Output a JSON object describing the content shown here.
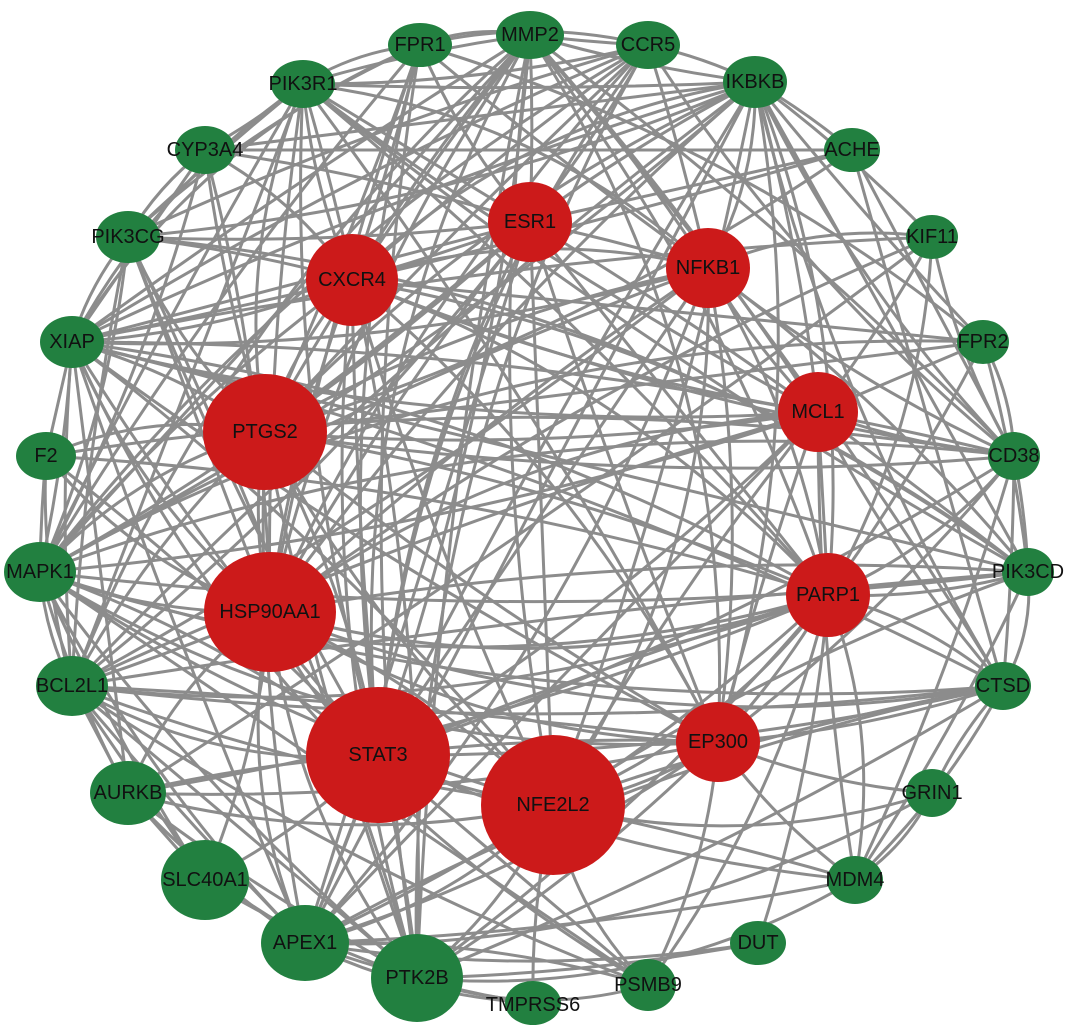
{
  "colors": {
    "hub": "#cc1a1a",
    "peripheral": "#228040",
    "edge": "#8c8c8c",
    "label": "#111111"
  },
  "nodes": [
    {
      "id": "FPR1",
      "label": "FPR1",
      "group": "peripheral"
    },
    {
      "id": "MMP2",
      "label": "MMP2",
      "group": "peripheral"
    },
    {
      "id": "CCR5",
      "label": "CCR5",
      "group": "peripheral"
    },
    {
      "id": "PIK3R1",
      "label": "PIK3R1",
      "group": "peripheral"
    },
    {
      "id": "IKBKB",
      "label": "IKBKB",
      "group": "peripheral"
    },
    {
      "id": "CYP3A4",
      "label": "CYP3A4",
      "group": "peripheral"
    },
    {
      "id": "ACHE",
      "label": "ACHE",
      "group": "peripheral"
    },
    {
      "id": "PIK3CG",
      "label": "PIK3CG",
      "group": "peripheral"
    },
    {
      "id": "KIF11",
      "label": "KIF11",
      "group": "peripheral"
    },
    {
      "id": "XIAP",
      "label": "XIAP",
      "group": "peripheral"
    },
    {
      "id": "FPR2",
      "label": "FPR2",
      "group": "peripheral"
    },
    {
      "id": "F2",
      "label": "F2",
      "group": "peripheral"
    },
    {
      "id": "CD38",
      "label": "CD38",
      "group": "peripheral"
    },
    {
      "id": "MAPK1",
      "label": "MAPK1",
      "group": "peripheral"
    },
    {
      "id": "PIK3CD",
      "label": "PIK3CD",
      "group": "peripheral"
    },
    {
      "id": "BCL2L1",
      "label": "BCL2L1",
      "group": "peripheral"
    },
    {
      "id": "CTSD",
      "label": "CTSD",
      "group": "peripheral"
    },
    {
      "id": "AURKB",
      "label": "AURKB",
      "group": "peripheral"
    },
    {
      "id": "GRIN1",
      "label": "GRIN1",
      "group": "peripheral"
    },
    {
      "id": "SLC40A1",
      "label": "SLC40A1",
      "group": "peripheral"
    },
    {
      "id": "MDM4",
      "label": "MDM4",
      "group": "peripheral"
    },
    {
      "id": "APEX1",
      "label": "APEX1",
      "group": "peripheral"
    },
    {
      "id": "DUT",
      "label": "DUT",
      "group": "peripheral"
    },
    {
      "id": "PTK2B",
      "label": "PTK2B",
      "group": "peripheral"
    },
    {
      "id": "TMPRSS6",
      "label": "TMPRSS6",
      "group": "peripheral"
    },
    {
      "id": "PSMB9",
      "label": "PSMB9",
      "group": "peripheral"
    },
    {
      "id": "ESR1",
      "label": "ESR1",
      "group": "hub"
    },
    {
      "id": "CXCR4",
      "label": "CXCR4",
      "group": "hub"
    },
    {
      "id": "NFKB1",
      "label": "NFKB1",
      "group": "hub"
    },
    {
      "id": "PTGS2",
      "label": "PTGS2",
      "group": "hub"
    },
    {
      "id": "MCL1",
      "label": "MCL1",
      "group": "hub"
    },
    {
      "id": "HSP90AA1",
      "label": "HSP90AA1",
      "group": "hub"
    },
    {
      "id": "PARP1",
      "label": "PARP1",
      "group": "hub"
    },
    {
      "id": "STAT3",
      "label": "STAT3",
      "group": "hub"
    },
    {
      "id": "EP300",
      "label": "EP300",
      "group": "hub"
    },
    {
      "id": "NFE2L2",
      "label": "NFE2L2",
      "group": "hub"
    }
  ],
  "edges": [
    [
      "STAT3",
      "NFE2L2"
    ],
    [
      "STAT3",
      "HSP90AA1"
    ],
    [
      "STAT3",
      "PTGS2"
    ],
    [
      "STAT3",
      "CXCR4"
    ],
    [
      "STAT3",
      "ESR1"
    ],
    [
      "STAT3",
      "NFKB1"
    ],
    [
      "STAT3",
      "MCL1"
    ],
    [
      "STAT3",
      "PARP1"
    ],
    [
      "STAT3",
      "EP300"
    ],
    [
      "STAT3",
      "XIAP"
    ],
    [
      "STAT3",
      "MAPK1"
    ],
    [
      "STAT3",
      "BCL2L1"
    ],
    [
      "STAT3",
      "AURKB"
    ],
    [
      "STAT3",
      "APEX1"
    ],
    [
      "STAT3",
      "PTK2B"
    ],
    [
      "STAT3",
      "IKBKB"
    ],
    [
      "STAT3",
      "MMP2"
    ],
    [
      "STAT3",
      "PIK3R1"
    ],
    [
      "STAT3",
      "CCR5"
    ],
    [
      "STAT3",
      "FPR1"
    ],
    [
      "STAT3",
      "PIK3CG"
    ],
    [
      "STAT3",
      "CTSD"
    ],
    [
      "STAT3",
      "PSMB9"
    ],
    [
      "STAT3",
      "MDM4"
    ],
    [
      "STAT3",
      "CD38"
    ],
    [
      "STAT3",
      "SLC40A1"
    ],
    [
      "STAT3",
      "F2"
    ],
    [
      "NFE2L2",
      "HSP90AA1"
    ],
    [
      "NFE2L2",
      "PTGS2"
    ],
    [
      "NFE2L2",
      "CXCR4"
    ],
    [
      "NFE2L2",
      "ESR1"
    ],
    [
      "NFE2L2",
      "NFKB1"
    ],
    [
      "NFE2L2",
      "MCL1"
    ],
    [
      "NFE2L2",
      "PARP1"
    ],
    [
      "NFE2L2",
      "EP300"
    ],
    [
      "NFE2L2",
      "APEX1"
    ],
    [
      "NFE2L2",
      "PTK2B"
    ],
    [
      "NFE2L2",
      "PSMB9"
    ],
    [
      "NFE2L2",
      "MDM4"
    ],
    [
      "NFE2L2",
      "GRIN1"
    ],
    [
      "NFE2L2",
      "CTSD"
    ],
    [
      "NFE2L2",
      "BCL2L1"
    ],
    [
      "NFE2L2",
      "MAPK1"
    ],
    [
      "NFE2L2",
      "XIAP"
    ],
    [
      "NFE2L2",
      "IKBKB"
    ],
    [
      "NFE2L2",
      "MMP2"
    ],
    [
      "NFE2L2",
      "PIK3CD"
    ],
    [
      "NFE2L2",
      "TMPRSS6"
    ],
    [
      "NFE2L2",
      "AURKB"
    ],
    [
      "HSP90AA1",
      "PTGS2"
    ],
    [
      "HSP90AA1",
      "CXCR4"
    ],
    [
      "HSP90AA1",
      "ESR1"
    ],
    [
      "HSP90AA1",
      "NFKB1"
    ],
    [
      "HSP90AA1",
      "MCL1"
    ],
    [
      "HSP90AA1",
      "PARP1"
    ],
    [
      "HSP90AA1",
      "EP300"
    ],
    [
      "HSP90AA1",
      "MAPK1"
    ],
    [
      "HSP90AA1",
      "BCL2L1"
    ],
    [
      "HSP90AA1",
      "XIAP"
    ],
    [
      "HSP90AA1",
      "PIK3CG"
    ],
    [
      "HSP90AA1",
      "PIK3R1"
    ],
    [
      "HSP90AA1",
      "IKBKB"
    ],
    [
      "HSP90AA1",
      "MMP2"
    ],
    [
      "HSP90AA1",
      "CCR5"
    ],
    [
      "HSP90AA1",
      "FPR1"
    ],
    [
      "HSP90AA1",
      "CYP3A4"
    ],
    [
      "HSP90AA1",
      "APEX1"
    ],
    [
      "HSP90AA1",
      "PTK2B"
    ],
    [
      "HSP90AA1",
      "AURKB"
    ],
    [
      "HSP90AA1",
      "PIK3CD"
    ],
    [
      "HSP90AA1",
      "CTSD"
    ],
    [
      "HSP90AA1",
      "F2"
    ],
    [
      "HSP90AA1",
      "SLC40A1"
    ],
    [
      "HSP90AA1",
      "KIF11"
    ],
    [
      "PTGS2",
      "CXCR4"
    ],
    [
      "PTGS2",
      "ESR1"
    ],
    [
      "PTGS2",
      "NFKB1"
    ],
    [
      "PTGS2",
      "MCL1"
    ],
    [
      "PTGS2",
      "PARP1"
    ],
    [
      "PTGS2",
      "EP300"
    ],
    [
      "PTGS2",
      "XIAP"
    ],
    [
      "PTGS2",
      "F2"
    ],
    [
      "PTGS2",
      "MAPK1"
    ],
    [
      "PTGS2",
      "BCL2L1"
    ],
    [
      "PTGS2",
      "PIK3CG"
    ],
    [
      "PTGS2",
      "PIK3R1"
    ],
    [
      "PTGS2",
      "CYP3A4"
    ],
    [
      "PTGS2",
      "FPR1"
    ],
    [
      "PTGS2",
      "MMP2"
    ],
    [
      "PTGS2",
      "CCR5"
    ],
    [
      "PTGS2",
      "IKBKB"
    ],
    [
      "PTGS2",
      "ACHE"
    ],
    [
      "PTGS2",
      "CD38"
    ],
    [
      "PTGS2",
      "PTK2B"
    ],
    [
      "PTGS2",
      "APEX1"
    ],
    [
      "PTGS2",
      "FPR2"
    ],
    [
      "CXCR4",
      "ESR1"
    ],
    [
      "CXCR4",
      "NFKB1"
    ],
    [
      "CXCR4",
      "MCL1"
    ],
    [
      "CXCR4",
      "PARP1"
    ],
    [
      "CXCR4",
      "EP300"
    ],
    [
      "CXCR4",
      "PIK3CG"
    ],
    [
      "CXCR4",
      "PIK3R1"
    ],
    [
      "CXCR4",
      "FPR1"
    ],
    [
      "CXCR4",
      "MMP2"
    ],
    [
      "CXCR4",
      "CCR5"
    ],
    [
      "CXCR4",
      "IKBKB"
    ],
    [
      "CXCR4",
      "XIAP"
    ],
    [
      "CXCR4",
      "MAPK1"
    ],
    [
      "CXCR4",
      "PTK2B"
    ],
    [
      "CXCR4",
      "CYP3A4"
    ],
    [
      "CXCR4",
      "CD38"
    ],
    [
      "CXCR4",
      "FPR2"
    ],
    [
      "CXCR4",
      "PIK3CD"
    ],
    [
      "ESR1",
      "NFKB1"
    ],
    [
      "ESR1",
      "MCL1"
    ],
    [
      "ESR1",
      "PARP1"
    ],
    [
      "ESR1",
      "EP300"
    ],
    [
      "ESR1",
      "MMP2"
    ],
    [
      "ESR1",
      "CCR5"
    ],
    [
      "ESR1",
      "IKBKB"
    ],
    [
      "ESR1",
      "CYP3A4"
    ],
    [
      "ESR1",
      "PIK3R1"
    ],
    [
      "ESR1",
      "XIAP"
    ],
    [
      "ESR1",
      "MAPK1"
    ],
    [
      "ESR1",
      "BCL2L1"
    ],
    [
      "ESR1",
      "APEX1"
    ],
    [
      "ESR1",
      "ACHE"
    ],
    [
      "ESR1",
      "FPR1"
    ],
    [
      "ESR1",
      "PIK3CG"
    ],
    [
      "NFKB1",
      "MCL1"
    ],
    [
      "NFKB1",
      "PARP1"
    ],
    [
      "NFKB1",
      "EP300"
    ],
    [
      "NFKB1",
      "IKBKB"
    ],
    [
      "NFKB1",
      "MMP2"
    ],
    [
      "NFKB1",
      "CCR5"
    ],
    [
      "NFKB1",
      "FPR1"
    ],
    [
      "NFKB1",
      "XIAP"
    ],
    [
      "NFKB1",
      "MAPK1"
    ],
    [
      "NFKB1",
      "BCL2L1"
    ],
    [
      "NFKB1",
      "PIK3R1"
    ],
    [
      "NFKB1",
      "CD38"
    ],
    [
      "NFKB1",
      "PIK3CD"
    ],
    [
      "NFKB1",
      "KIF11"
    ],
    [
      "NFKB1",
      "APEX1"
    ],
    [
      "MCL1",
      "PARP1"
    ],
    [
      "MCL1",
      "EP300"
    ],
    [
      "MCL1",
      "BCL2L1"
    ],
    [
      "MCL1",
      "XIAP"
    ],
    [
      "MCL1",
      "MAPK1"
    ],
    [
      "MCL1",
      "IKBKB"
    ],
    [
      "MCL1",
      "MMP2"
    ],
    [
      "MCL1",
      "CD38"
    ],
    [
      "MCL1",
      "PIK3CD"
    ],
    [
      "MCL1",
      "CTSD"
    ],
    [
      "MCL1",
      "MDM4"
    ],
    [
      "MCL1",
      "FPR2"
    ],
    [
      "MCL1",
      "PIK3R1"
    ],
    [
      "MCL1",
      "APEX1"
    ],
    [
      "MCL1",
      "KIF11"
    ],
    [
      "PARP1",
      "EP300"
    ],
    [
      "PARP1",
      "APEX1"
    ],
    [
      "PARP1",
      "MAPK1"
    ],
    [
      "PARP1",
      "BCL2L1"
    ],
    [
      "PARP1",
      "XIAP"
    ],
    [
      "PARP1",
      "AURKB"
    ],
    [
      "PARP1",
      "PTK2B"
    ],
    [
      "PARP1",
      "MMP2"
    ],
    [
      "PARP1",
      "IKBKB"
    ],
    [
      "PARP1",
      "PIK3CD"
    ],
    [
      "PARP1",
      "CTSD"
    ],
    [
      "PARP1",
      "CD38"
    ],
    [
      "PARP1",
      "MDM4"
    ],
    [
      "PARP1",
      "PSMB9"
    ],
    [
      "PARP1",
      "KIF11"
    ],
    [
      "PARP1",
      "DUT"
    ],
    [
      "PARP1",
      "FPR2"
    ],
    [
      "PARP1",
      "PIK3R1"
    ],
    [
      "EP300",
      "MAPK1"
    ],
    [
      "EP300",
      "BCL2L1"
    ],
    [
      "EP300",
      "APEX1"
    ],
    [
      "EP300",
      "PTK2B"
    ],
    [
      "EP300",
      "MDM4"
    ],
    [
      "EP300",
      "CTSD"
    ],
    [
      "EP300",
      "PSMB9"
    ],
    [
      "EP300",
      "XIAP"
    ],
    [
      "EP300",
      "IKBKB"
    ],
    [
      "EP300",
      "MMP2"
    ],
    [
      "EP300",
      "AURKB"
    ],
    [
      "EP300",
      "CD38"
    ],
    [
      "EP300",
      "GRIN1"
    ],
    [
      "EP300",
      "PIK3R1"
    ],
    [
      "FPR1",
      "MMP2"
    ],
    [
      "FPR1",
      "FPR2"
    ],
    [
      "FPR1",
      "CCR5"
    ],
    [
      "FPR1",
      "PIK3R1"
    ],
    [
      "FPR1",
      "PIK3CG"
    ],
    [
      "FPR1",
      "MAPK1"
    ],
    [
      "FPR1",
      "XIAP"
    ],
    [
      "FPR1",
      "PTK2B"
    ],
    [
      "MMP2",
      "CCR5"
    ],
    [
      "MMP2",
      "PIK3R1"
    ],
    [
      "MMP2",
      "IKBKB"
    ],
    [
      "MMP2",
      "CD38"
    ],
    [
      "MMP2",
      "MAPK1"
    ],
    [
      "MMP2",
      "BCL2L1"
    ],
    [
      "MMP2",
      "XIAP"
    ],
    [
      "MMP2",
      "CTSD"
    ],
    [
      "MMP2",
      "PTK2B"
    ],
    [
      "MMP2",
      "APEX1"
    ],
    [
      "CCR5",
      "IKBKB"
    ],
    [
      "CCR5",
      "PIK3R1"
    ],
    [
      "CCR5",
      "PIK3CG"
    ],
    [
      "CCR5",
      "MAPK1"
    ],
    [
      "CCR5",
      "XIAP"
    ],
    [
      "CCR5",
      "PTK2B"
    ],
    [
      "CCR5",
      "CD38"
    ],
    [
      "PIK3R1",
      "CYP3A4"
    ],
    [
      "PIK3R1",
      "PIK3CG"
    ],
    [
      "PIK3R1",
      "XIAP"
    ],
    [
      "PIK3R1",
      "MAPK1"
    ],
    [
      "PIK3R1",
      "BCL2L1"
    ],
    [
      "PIK3R1",
      "IKBKB"
    ],
    [
      "PIK3R1",
      "PTK2B"
    ],
    [
      "PIK3R1",
      "PIK3CD"
    ],
    [
      "IKBKB",
      "ACHE"
    ],
    [
      "IKBKB",
      "XIAP"
    ],
    [
      "IKBKB",
      "MAPK1"
    ],
    [
      "IKBKB",
      "BCL2L1"
    ],
    [
      "IKBKB",
      "CD38"
    ],
    [
      "IKBKB",
      "PIK3CD"
    ],
    [
      "IKBKB",
      "CTSD"
    ],
    [
      "IKBKB",
      "PIK3CG"
    ],
    [
      "IKBKB",
      "APEX1"
    ],
    [
      "IKBKB",
      "CYP3A4"
    ],
    [
      "IKBKB",
      "FPR2"
    ],
    [
      "IKBKB",
      "KIF11"
    ],
    [
      "CYP3A4",
      "ACHE"
    ],
    [
      "CYP3A4",
      "PIK3CG"
    ],
    [
      "CYP3A4",
      "XIAP"
    ],
    [
      "CYP3A4",
      "MAPK1"
    ],
    [
      "ACHE",
      "XIAP"
    ],
    [
      "ACHE",
      "CD38"
    ],
    [
      "ACHE",
      "CTSD"
    ],
    [
      "PIK3CG",
      "XIAP"
    ],
    [
      "PIK3CG",
      "MAPK1"
    ],
    [
      "PIK3CG",
      "BCL2L1"
    ],
    [
      "PIK3CG",
      "PIK3CD"
    ],
    [
      "PIK3CG",
      "PTK2B"
    ],
    [
      "KIF11",
      "AURKB"
    ],
    [
      "KIF11",
      "CD38"
    ],
    [
      "KIF11",
      "XIAP"
    ],
    [
      "XIAP",
      "MAPK1"
    ],
    [
      "XIAP",
      "BCL2L1"
    ],
    [
      "XIAP",
      "F2"
    ],
    [
      "XIAP",
      "AURKB"
    ],
    [
      "XIAP",
      "APEX1"
    ],
    [
      "XIAP",
      "CTSD"
    ],
    [
      "XIAP",
      "PIK3CD"
    ],
    [
      "XIAP",
      "CD38"
    ],
    [
      "FPR2",
      "CD38"
    ],
    [
      "FPR2",
      "PIK3CD"
    ],
    [
      "FPR2",
      "MAPK1"
    ],
    [
      "F2",
      "MAPK1"
    ],
    [
      "F2",
      "BCL2L1"
    ],
    [
      "F2",
      "CD38"
    ],
    [
      "F2",
      "PARP1"
    ],
    [
      "CD38",
      "PIK3CD"
    ],
    [
      "CD38",
      "CTSD"
    ],
    [
      "CD38",
      "MDM4"
    ],
    [
      "CD38",
      "MAPK1"
    ],
    [
      "MAPK1",
      "BCL2L1"
    ],
    [
      "MAPK1",
      "AURKB"
    ],
    [
      "MAPK1",
      "PTK2B"
    ],
    [
      "MAPK1",
      "APEX1"
    ],
    [
      "MAPK1",
      "PIK3CD"
    ],
    [
      "MAPK1",
      "CTSD"
    ],
    [
      "MAPK1",
      "SLC40A1"
    ],
    [
      "PIK3CD",
      "CTSD"
    ],
    [
      "PIK3CD",
      "MDM4"
    ],
    [
      "PIK3CD",
      "BCL2L1"
    ],
    [
      "BCL2L1",
      "AURKB"
    ],
    [
      "BCL2L1",
      "APEX1"
    ],
    [
      "BCL2L1",
      "PTK2B"
    ],
    [
      "BCL2L1",
      "CTSD"
    ],
    [
      "BCL2L1",
      "SLC40A1"
    ],
    [
      "CTSD",
      "MDM4"
    ],
    [
      "CTSD",
      "APEX1"
    ],
    [
      "CTSD",
      "PTK2B"
    ],
    [
      "CTSD",
      "GRIN1"
    ],
    [
      "AURKB",
      "SLC40A1"
    ],
    [
      "AURKB",
      "APEX1"
    ],
    [
      "AURKB",
      "PTK2B"
    ],
    [
      "GRIN1",
      "MDM4"
    ],
    [
      "GRIN1",
      "APEX1"
    ],
    [
      "SLC40A1",
      "APEX1"
    ],
    [
      "SLC40A1",
      "PTK2B"
    ],
    [
      "MDM4",
      "APEX1"
    ],
    [
      "MDM4",
      "PTK2B"
    ],
    [
      "APEX1",
      "PTK2B"
    ],
    [
      "APEX1",
      "DUT"
    ],
    [
      "APEX1",
      "TMPRSS6"
    ],
    [
      "APEX1",
      "PSMB9"
    ],
    [
      "PTK2B",
      "TMPRSS6"
    ],
    [
      "PTK2B",
      "PSMB9"
    ],
    [
      "PTK2B",
      "DUT"
    ],
    [
      "PSMB9",
      "MAPK1"
    ],
    [
      "PSMB9",
      "BCL2L1"
    ],
    [
      "PSMB9",
      "XIAP"
    ]
  ]
}
